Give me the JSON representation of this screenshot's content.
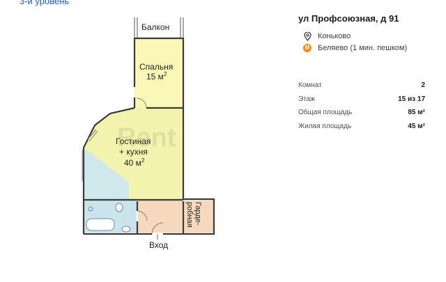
{
  "nav": {
    "level_link": "3-и уровень"
  },
  "floorplan": {
    "watermark": "Rent",
    "rooms": {
      "balcony": "Балкон",
      "bedroom_name": "Спальня",
      "bedroom_area": "15 м",
      "living_line1": "Гостиная",
      "living_line2": "+ кухня",
      "living_area": "40 м",
      "wardrobe_line1": "Гарде-",
      "wardrobe_line2": "робная",
      "entrance": "Вход"
    },
    "unit_superscript": "2",
    "colors": {
      "bedroom": "#fbf7b6",
      "living": "#f2f3ad",
      "kitchen": "#cfe8ec",
      "bathroom": "#c9e4ea",
      "hall": "#f6d9bd",
      "wall": "#3a3a3a"
    }
  },
  "listing": {
    "address": "ул Профсоюзная, д 91",
    "district": "Коньково",
    "metro": "Беляево (1 мин. пешком)",
    "metro_icon_letter": "М",
    "icons": {
      "district": "location-pin-icon",
      "metro": "metro-icon"
    },
    "params": [
      {
        "label": "Комнат",
        "value": "2"
      },
      {
        "label": "Этаж",
        "value": "15 из 17"
      },
      {
        "label": "Общая площадь",
        "value": "85 м²"
      },
      {
        "label": "Жилая площадь",
        "value": "45 м²"
      }
    ]
  }
}
